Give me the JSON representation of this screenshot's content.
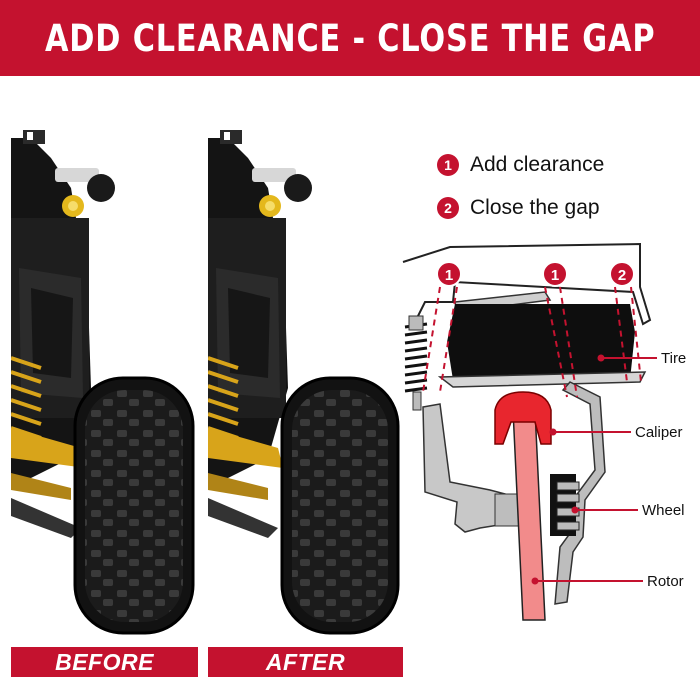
{
  "header": {
    "title": "ADD CLEARANCE - CLOSE THE GAP"
  },
  "comparison": {
    "before_label": "BEFORE",
    "after_label": "AFTER"
  },
  "legend": [
    {
      "number": "1",
      "text": "Add clearance"
    },
    {
      "number": "2",
      "text": "Close the gap"
    }
  ],
  "diagram": {
    "markers": [
      "1",
      "1",
      "2"
    ],
    "parts": [
      "Tire",
      "Caliper",
      "Wheel",
      "Rotor"
    ]
  },
  "colors": {
    "accent_red": "#c4122f",
    "rotor_pink": "#f28b8b",
    "caliper_red": "#e8262e",
    "suspension_gold": "#d8a41a",
    "frame_black": "#161616"
  }
}
